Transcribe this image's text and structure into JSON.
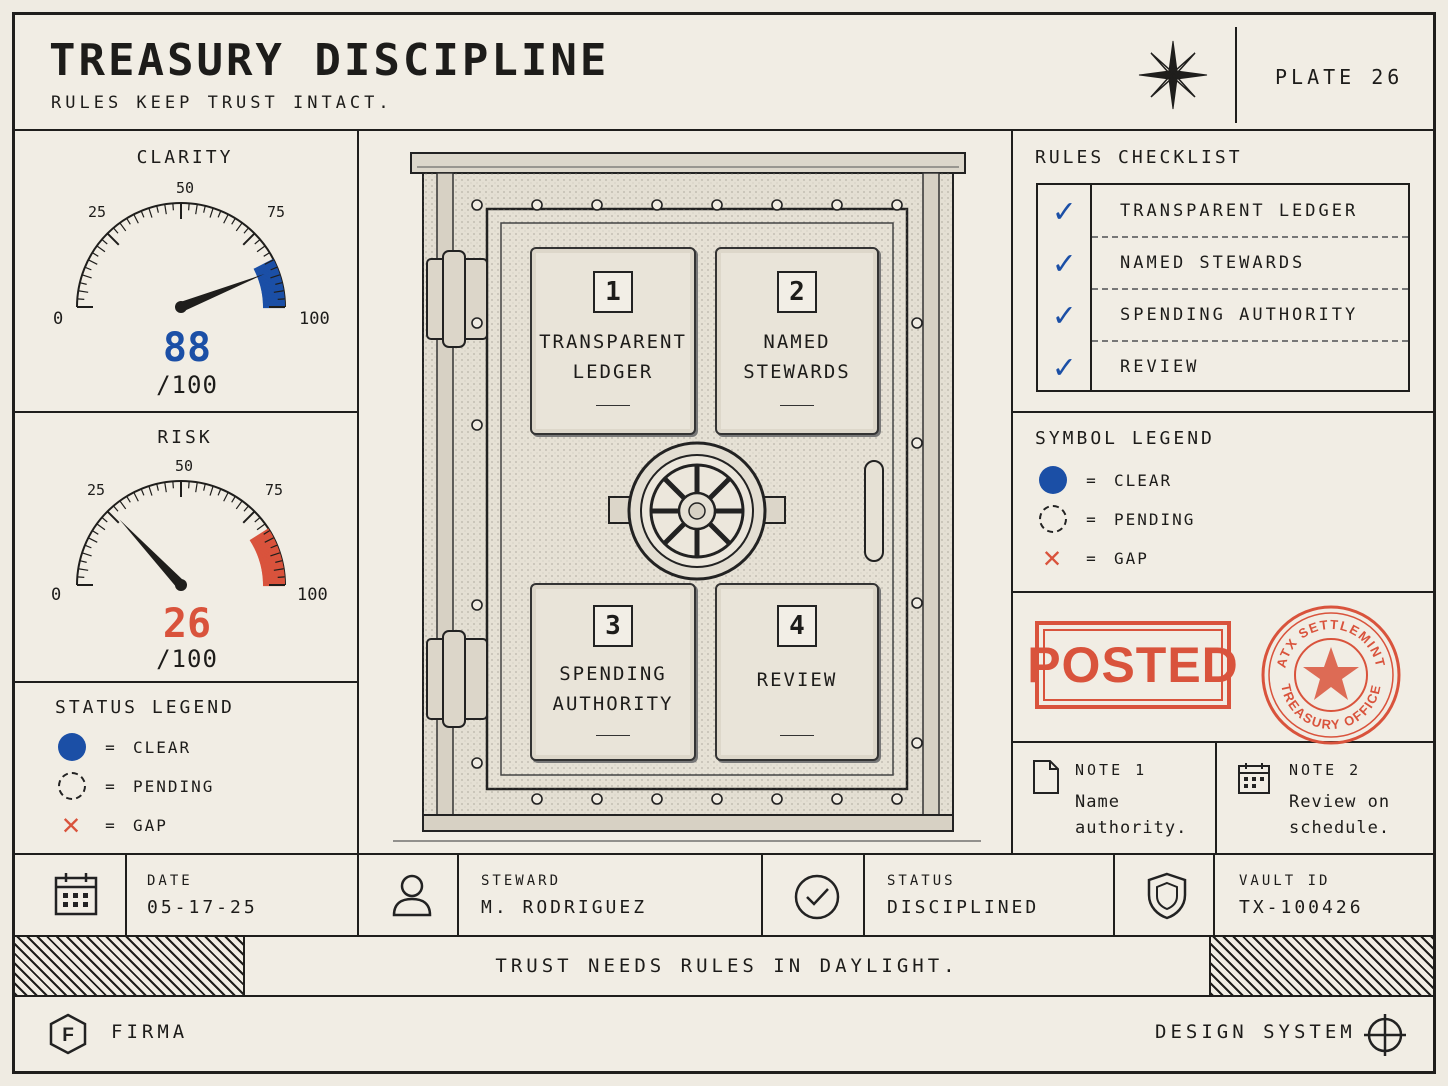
{
  "header": {
    "title": "TREASURY DISCIPLINE",
    "subtitle": "RULES KEEP TRUST INTACT.",
    "plate": "PLATE 26"
  },
  "gauges": {
    "clarity": {
      "title": "CLARITY",
      "value": 88,
      "value_text": "88",
      "of_text": "/100",
      "ticks": {
        "t0": "0",
        "t25": "25",
        "t50": "50",
        "t75": "75",
        "t100": "100"
      },
      "color": "#1b4fa6"
    },
    "risk": {
      "title": "RISK",
      "value": 26,
      "value_text": "26",
      "of_text": "/100",
      "ticks": {
        "t0": "0",
        "t25": "25",
        "t50": "50",
        "t75": "75",
        "t100": "100"
      },
      "color": "#d9533c"
    }
  },
  "status_legend": {
    "title": "STATUS LEGEND",
    "items": [
      {
        "eq": "=",
        "label": "CLEAR"
      },
      {
        "eq": "=",
        "label": "PENDING"
      },
      {
        "eq": "=",
        "label": "GAP"
      }
    ]
  },
  "vault": {
    "panels": [
      {
        "number": "1",
        "text": "TRANSPARENT\nLEDGER"
      },
      {
        "number": "2",
        "text": "NAMED\nSTEWARDS"
      },
      {
        "number": "3",
        "text": "SPENDING\nAUTHORITY"
      },
      {
        "number": "4",
        "text": "REVIEW"
      }
    ]
  },
  "checklist": {
    "title": "RULES CHECKLIST",
    "items": [
      {
        "label": "TRANSPARENT LEDGER",
        "checked": true
      },
      {
        "label": "NAMED STEWARDS",
        "checked": true
      },
      {
        "label": "SPENDING AUTHORITY",
        "checked": true
      },
      {
        "label": "REVIEW",
        "checked": true
      }
    ]
  },
  "symbol_legend": {
    "title": "SYMBOL LEGEND",
    "items": [
      {
        "eq": "=",
        "label": "CLEAR"
      },
      {
        "eq": "=",
        "label": "PENDING"
      },
      {
        "eq": "=",
        "label": "GAP"
      }
    ]
  },
  "stamps": {
    "posted": "POSTED",
    "seal_top": "ATX SETTLEMINT",
    "seal_bottom": "TREASURY OFFICE"
  },
  "notes": [
    {
      "title": "NOTE 1",
      "line1": "Name",
      "line2": "authority."
    },
    {
      "title": "NOTE 2",
      "line1": "Review on",
      "line2": "schedule."
    }
  ],
  "info": {
    "date": {
      "label": "DATE",
      "value": "05-17-25"
    },
    "steward": {
      "label": "STEWARD",
      "value": "M. RODRIGUEZ"
    },
    "status": {
      "label": "STATUS",
      "value": "DISCIPLINED"
    },
    "vault_id": {
      "label": "VAULT ID",
      "value": "TX-100426"
    }
  },
  "tagline": "TRUST NEEDS RULES IN DAYLIGHT.",
  "footer": {
    "brand_letter": "F",
    "brand": "FIRMA",
    "right": "DESIGN SYSTEM"
  },
  "colors": {
    "blue": "#1b4fa6",
    "red": "#d9533c",
    "ink": "#1f1e1c",
    "paper": "#f1ede4"
  },
  "icons": [
    "compass-star-icon",
    "calendar-icon",
    "person-icon",
    "check-circle-icon",
    "shield-icon",
    "document-icon",
    "crosshair-icon",
    "hexagon-f-icon"
  ]
}
